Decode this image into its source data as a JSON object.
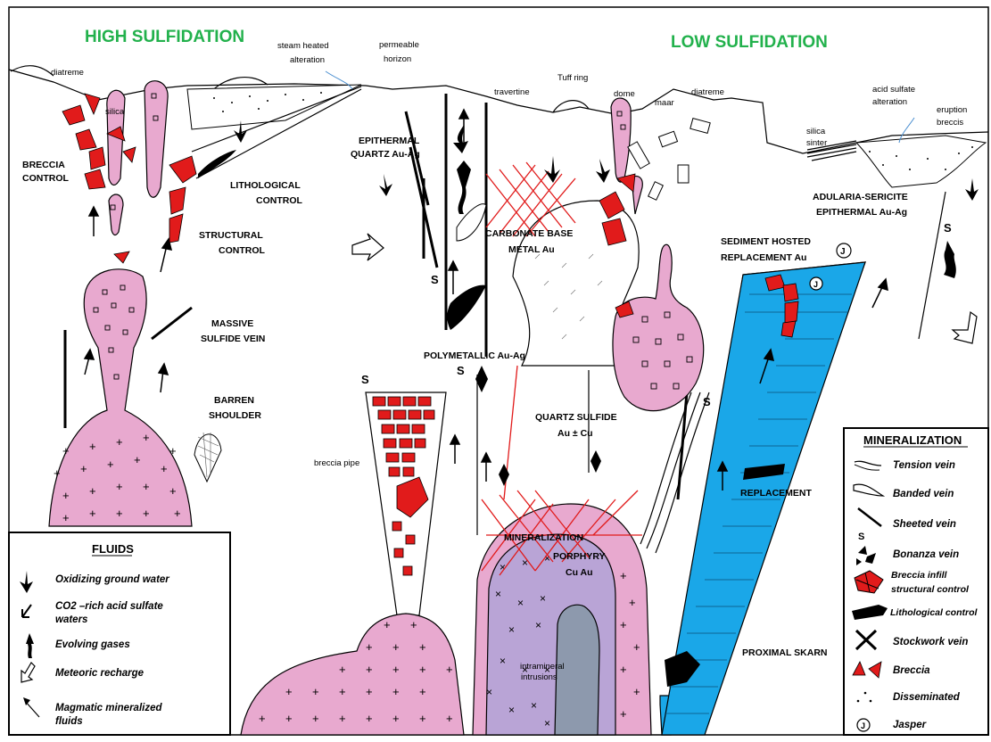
{
  "headers": {
    "high": "HIGH SULFIDATION",
    "low": "LOW SULFIDATION"
  },
  "labels": {
    "steam_heated_1": "steam heated",
    "steam_heated_2": "alteration",
    "permeable_1": "permeable",
    "permeable_2": "horizon",
    "diatreme_left": "diatreme",
    "silica": "silica",
    "breccia_control_1": "BRECCIA",
    "breccia_control_2": "CONTROL",
    "lithological_control_1": "LITHOLOGICAL",
    "lithological_control_2": "CONTROL",
    "structural_control_1": "STRUCTURAL",
    "structural_control_2": "CONTROL",
    "massive_sulfide_1": "MASSIVE",
    "massive_sulfide_2": "SULFIDE VEIN",
    "barren_1": "BARREN",
    "barren_2": "SHOULDER",
    "epithermal_1": "EPITHERMAL",
    "epithermal_2": "QUARTZ Au-Ag",
    "travertine": "travertine",
    "tuff_ring": "Tuff ring",
    "dome": "dome",
    "maar": "maar",
    "diatreme_right": "diatreme",
    "acid_sulfate_1": "acid sulfate",
    "acid_sulfate_2": "alteration",
    "eruption_1": "eruption",
    "eruption_2": "breccis",
    "silica_sinter_1": "silica",
    "silica_sinter_2": "sinter",
    "adularia_1": "ADULARIA-SERICITE",
    "adularia_2": "EPITHERMAL Au-Ag",
    "carbonate_1": "CARBONATE BASE",
    "carbonate_2": "METAL Au",
    "sediment_1": "SEDIMENT HOSTED",
    "sediment_2": "REPLACEMENT Au",
    "polymetallic": "POLYMETALLIC Au-Ag",
    "quartz_sulfide_1": "QUARTZ SULFIDE",
    "quartz_sulfide_2": "Au ± Cu",
    "breccia_pipe": "breccia pipe",
    "replacement": "REPLACEMENT",
    "mineralization_center": "MINERALIZATION",
    "porphyry_1": "PORPHYRY",
    "porphyry_2": "Cu Au",
    "intramineral_1": "intramineral",
    "intramineral_2": "intrusions",
    "proximal_skarn": "PROXIMAL SKARN",
    "s": "S",
    "j": "J"
  },
  "fluids_legend": {
    "title": "FLUIDS",
    "items": [
      {
        "icon": "oxidizing-ground-water-arrow-icon",
        "label": "Oxidizing ground water"
      },
      {
        "icon": "co2-acid-sulfate-arrow-icon",
        "label_1": "CO2 –rich acid sulfate",
        "label_2": "waters"
      },
      {
        "icon": "evolving-gases-arrow-icon",
        "label": "Evolving gases"
      },
      {
        "icon": "meteoric-recharge-arrow-icon",
        "label": "Meteoric recharge"
      },
      {
        "icon": "magmatic-fluids-arrow-icon",
        "label_1": "Magmatic mineralized",
        "label_2": "fluids"
      }
    ]
  },
  "mineralization_legend": {
    "title": "MINERALIZATION",
    "items": [
      {
        "icon": "tension-vein-icon",
        "label": "Tension vein"
      },
      {
        "icon": "banded-vein-icon",
        "label": "Banded vein"
      },
      {
        "icon": "sheeted-vein-icon",
        "label": "Sheeted vein"
      },
      {
        "icon": "bonanza-vein-icon",
        "label": "Bonanza vein"
      },
      {
        "icon": "breccia-infill-icon",
        "label_1": "Breccia infill",
        "label_2": "structural control"
      },
      {
        "icon": "lithological-control-icon",
        "label": "Lithological control"
      },
      {
        "icon": "stockwork-vein-icon",
        "label": "Stockwork vein"
      },
      {
        "icon": "breccia-icon",
        "label": "Breccia"
      },
      {
        "icon": "disseminated-icon",
        "label": "Disseminated"
      },
      {
        "icon": "jasper-icon",
        "label": "Jasper"
      }
    ]
  },
  "colors": {
    "header_green": "#22b14c",
    "intrusion_pink": "#e8a9cf",
    "porphyry_lilac": "#b9a4d6",
    "intramineral_grey": "#8d99ad",
    "limestone_blue": "#1aa7e8",
    "breccia_red": "#e11b1b"
  }
}
